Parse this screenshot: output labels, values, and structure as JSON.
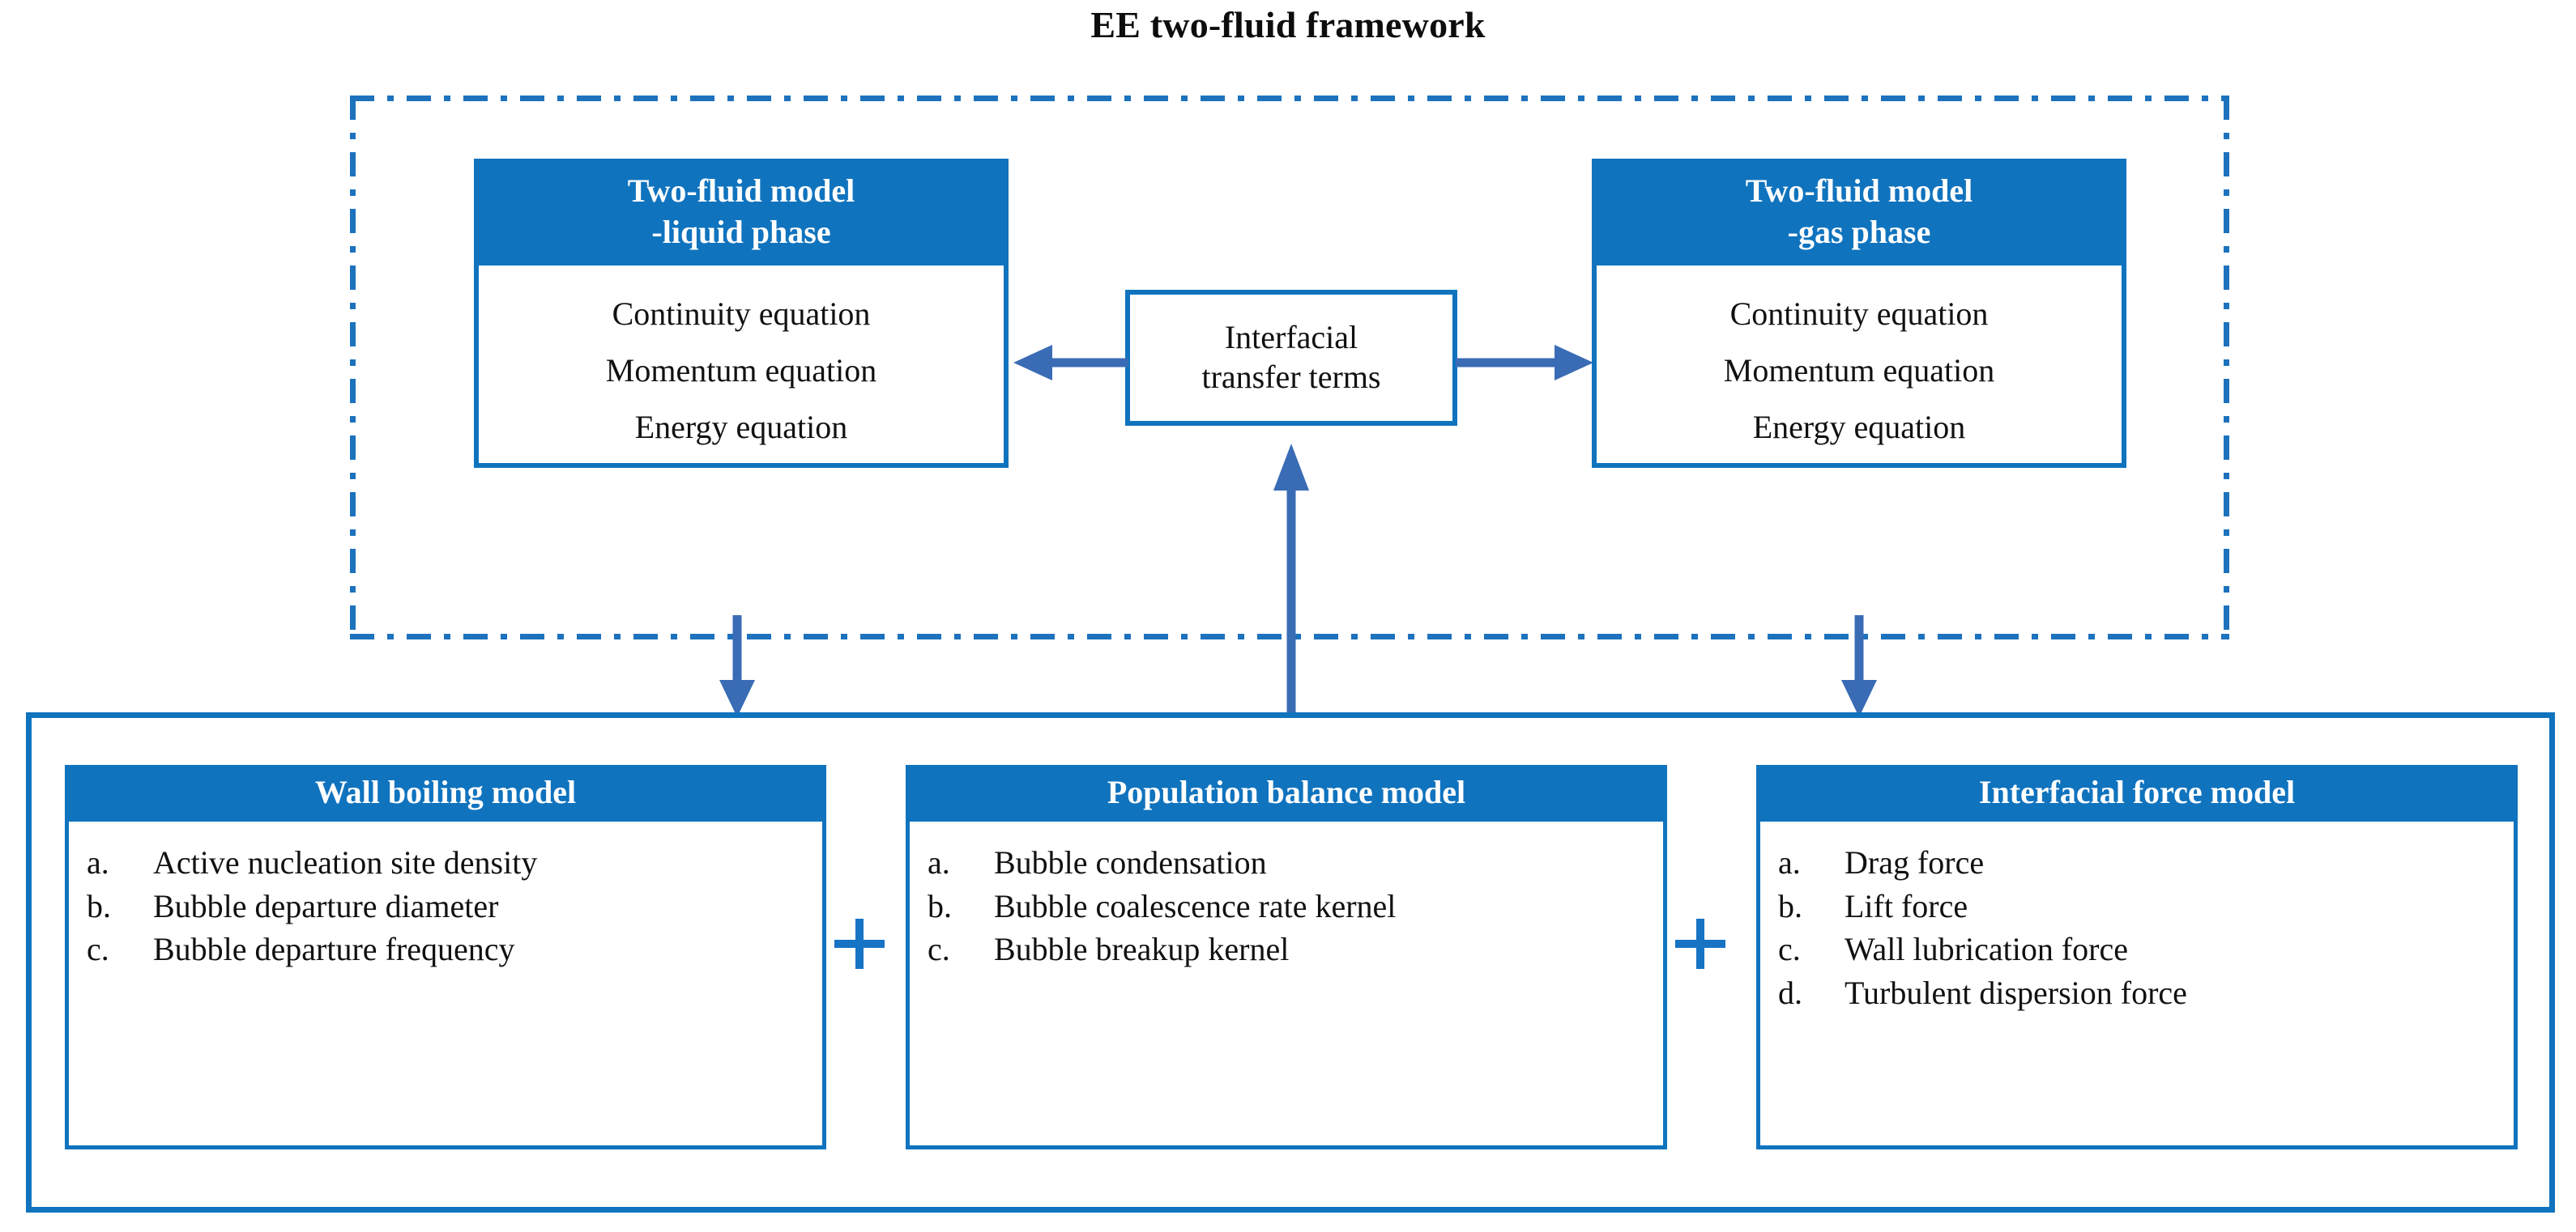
{
  "title": "EE two-fluid framework",
  "colors": {
    "box_blue": "#1073be",
    "arrow_blue": "#3a6cb5",
    "plus_blue": "#1773c4",
    "dash_blue": "#1d72bd",
    "text_black": "#111111",
    "header_text": "#ffffff"
  },
  "framework": {
    "liquid_phase": {
      "header_line1": "Two-fluid model",
      "header_line2": "-liquid phase",
      "equations": [
        "Continuity equation",
        "Momentum equation",
        "Energy equation"
      ]
    },
    "gas_phase": {
      "header_line1": "Two-fluid model",
      "header_line2": "-gas phase",
      "equations": [
        "Continuity equation",
        "Momentum equation",
        "Energy equation"
      ]
    },
    "transfer": {
      "line1": "Interfacial",
      "line2": "transfer terms"
    }
  },
  "submodels": {
    "wall_boiling": {
      "header": "Wall boiling model",
      "items": [
        {
          "marker": "a.",
          "text": "Active nucleation site density"
        },
        {
          "marker": "b.",
          "text": "Bubble departure diameter"
        },
        {
          "marker": "c.",
          "text": "Bubble departure frequency"
        }
      ]
    },
    "population_balance": {
      "header": "Population balance model",
      "items": [
        {
          "marker": "a.",
          "text": "Bubble condensation"
        },
        {
          "marker": "b.",
          "text": "Bubble coalescence rate kernel"
        },
        {
          "marker": "c.",
          "text": "Bubble breakup kernel"
        }
      ]
    },
    "interfacial_force": {
      "header": "Interfacial force model",
      "items": [
        {
          "marker": "a.",
          "text": "Drag force"
        },
        {
          "marker": "b.",
          "text": "Lift force"
        },
        {
          "marker": "c.",
          "text": "Wall lubrication force"
        },
        {
          "marker": "d.",
          "text": "Turbulent dispersion force"
        }
      ]
    },
    "separator_1": "+",
    "separator_2": "+"
  }
}
